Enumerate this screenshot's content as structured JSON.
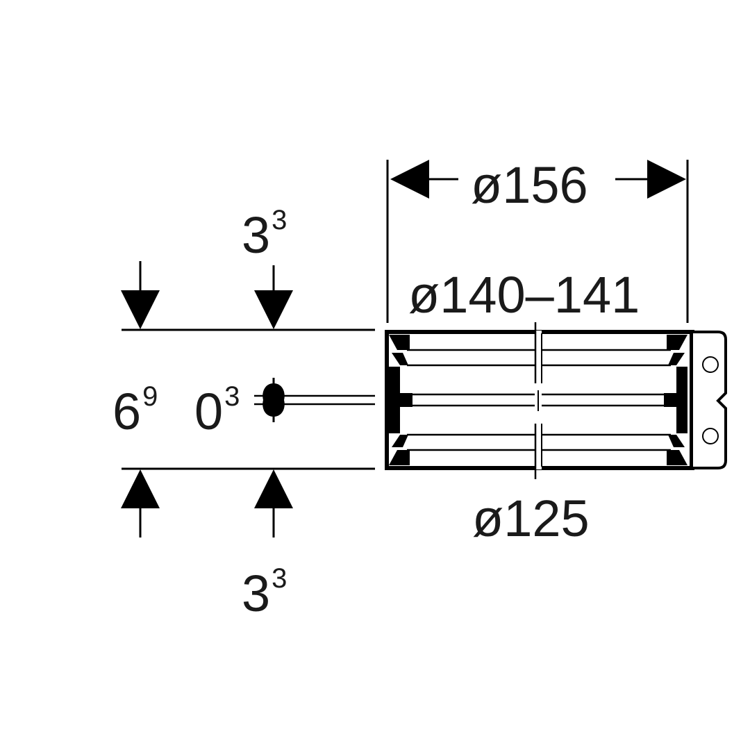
{
  "colors": {
    "line": "#000000",
    "background": "#ffffff",
    "text": "#1a1a1a"
  },
  "dimensions": {
    "outer_diameter": "ø156",
    "seal_range": "ø140–141",
    "inner_diameter": "ø125",
    "top_thickness": {
      "base": "3",
      "sup": "3"
    },
    "bottom_thickness": {
      "base": "3",
      "sup": "3"
    },
    "total_height": {
      "base": "6",
      "sup": "9"
    },
    "gap": {
      "base": "0",
      "sup": "3"
    }
  }
}
